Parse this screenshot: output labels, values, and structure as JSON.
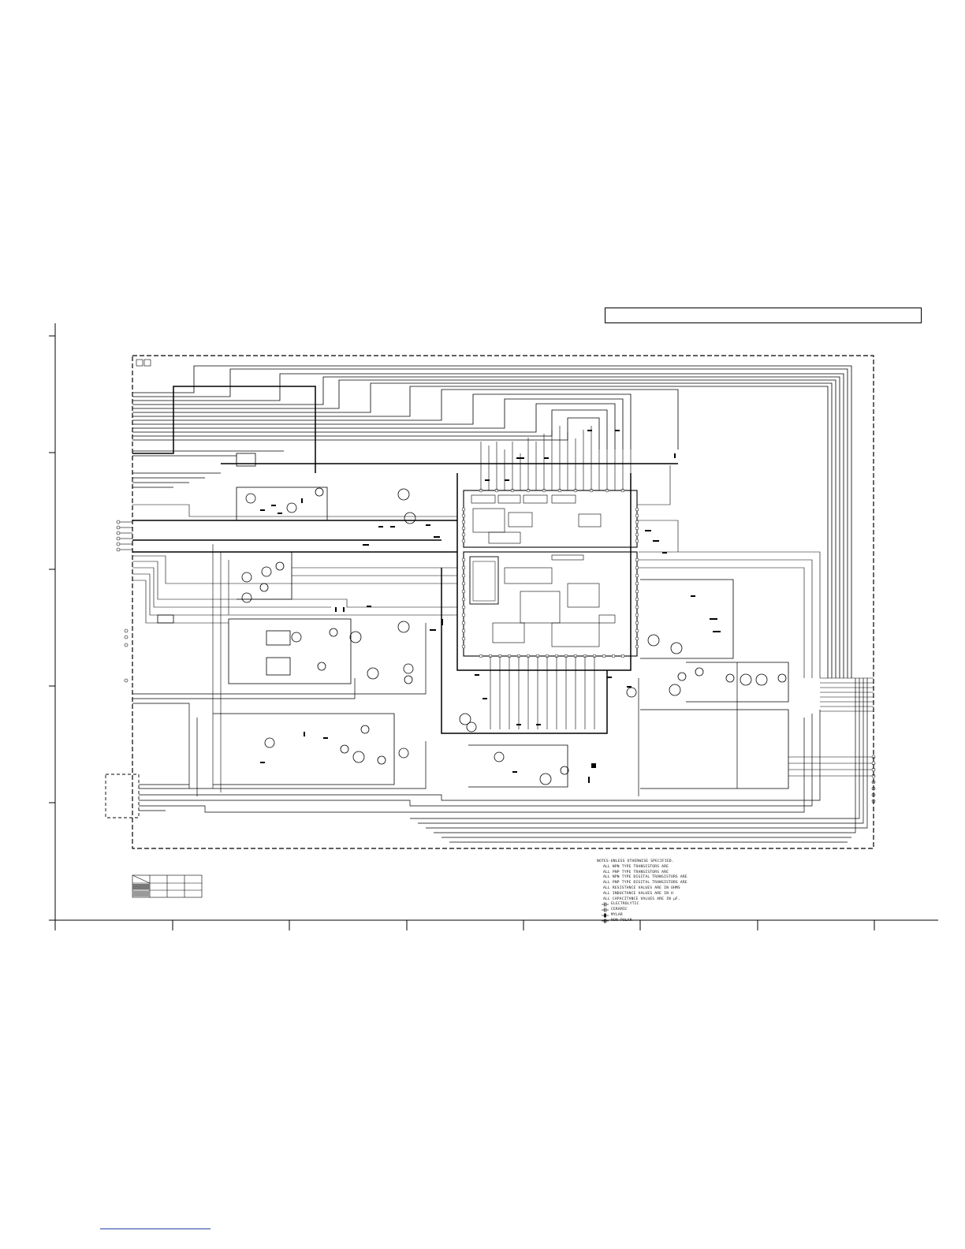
{
  "document": {
    "title_box_text": "",
    "notes_title": "NOTES-UNLESS OTHERWISE SPECIFIED.",
    "notes": [
      "ALL NPN TYPE TRANSISTORS ARE",
      "ALL PNP TYPE TRANSISTORS ARE",
      "ALL NPN TYPE DIGITAL TRANSISTORS ARE",
      "ALL PNP TYPE DIGITAL TRANSISTORS ARE",
      "ALL RESISTANCE VALUES ARE IN OHMS",
      "ALL INDUCTANCE VALUES ARE IN H",
      "ALL CAPACITANCE VALUES ARE IN µF."
    ],
    "legend": [
      "ELECTROLYTIC",
      "CERAMIC",
      "MYLAR",
      "NON POLAR"
    ]
  },
  "colors": {
    "ink": "#000000",
    "paper": "#ffffff",
    "link": "#2244aa"
  }
}
